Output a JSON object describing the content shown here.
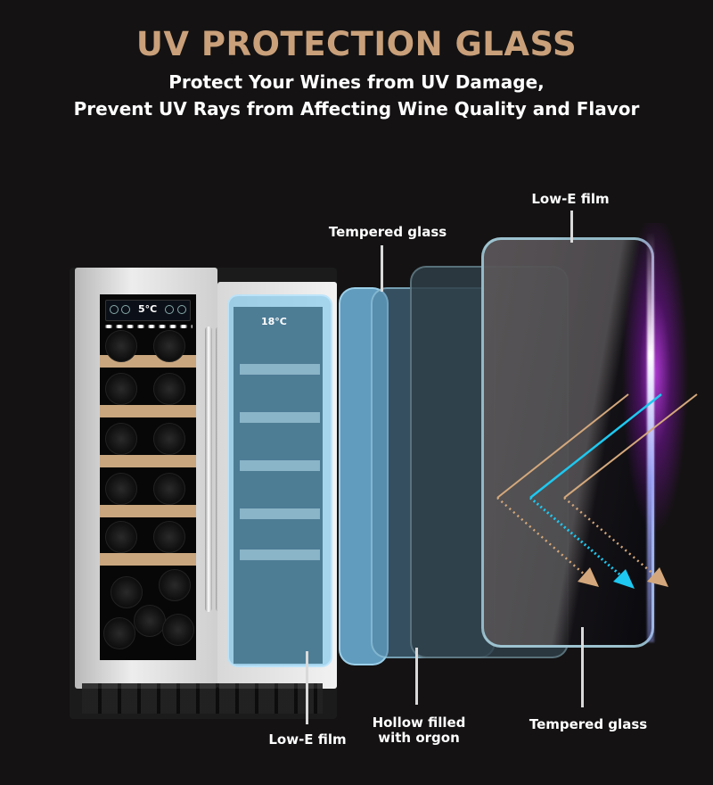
{
  "header": {
    "title": "UV PROTECTION GLASS",
    "subtitle_line1": "Protect Your Wines from UV Damage,",
    "subtitle_line2": "Prevent UV Rays from Affecting Wine Quality and Flavor"
  },
  "labels": {
    "top_tempered_glass": "Tempered glass",
    "top_low_e_film": "Low-E film",
    "bottom_low_e_film": "Low-E film",
    "bottom_hollow_line1": "Hollow filled",
    "bottom_hollow_line2": "with orgon",
    "bottom_tempered_glass": "Tempered glass"
  },
  "fridge": {
    "left_display_temp": "5°C",
    "right_display_temp": "18°C"
  },
  "colors": {
    "title_gold": "#c9a07a",
    "background": "#141213",
    "glass_blue": "#6fb6dc",
    "uv_purple": "#a020c0",
    "ray_tan": "#d4a87c",
    "ray_cyan": "#1ec8f0"
  }
}
